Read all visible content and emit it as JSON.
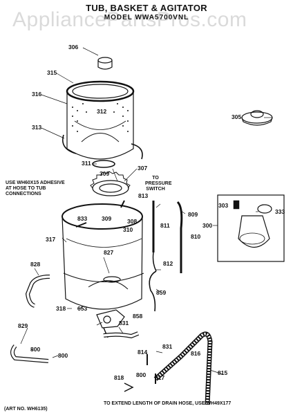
{
  "header": {
    "title": "TUB, BASKET & AGITATOR",
    "model": "MODEL WWA5700VNL",
    "watermark": "AppliancePartsPros.com"
  },
  "notes": {
    "adhesive": [
      "USE WH60X15 ADHESIVE",
      "AT HOSE TO TUB",
      "CONNECTIONS"
    ],
    "pressure_switch": [
      "TO",
      "PRESSURE",
      "SWITCH"
    ],
    "drain_hose": "TO EXTEND LENGTH OF DRAIN HOSE, USE WH49X177",
    "art_no": "(ART NO. WH6135)"
  },
  "callouts": [
    "306",
    "315",
    "316",
    "312",
    "313",
    "305",
    "311",
    "309",
    "307",
    "813",
    "809",
    "303",
    "333",
    "300",
    "833",
    "309",
    "308",
    "310",
    "811",
    "810",
    "317",
    "827",
    "812",
    "828",
    "859",
    "318",
    "653",
    "858",
    "831",
    "829",
    "800",
    "800",
    "831",
    "814",
    "816",
    "815",
    "800",
    "817",
    "818"
  ],
  "colors": {
    "line": "#111111",
    "watermark": "#bdbdbd"
  }
}
